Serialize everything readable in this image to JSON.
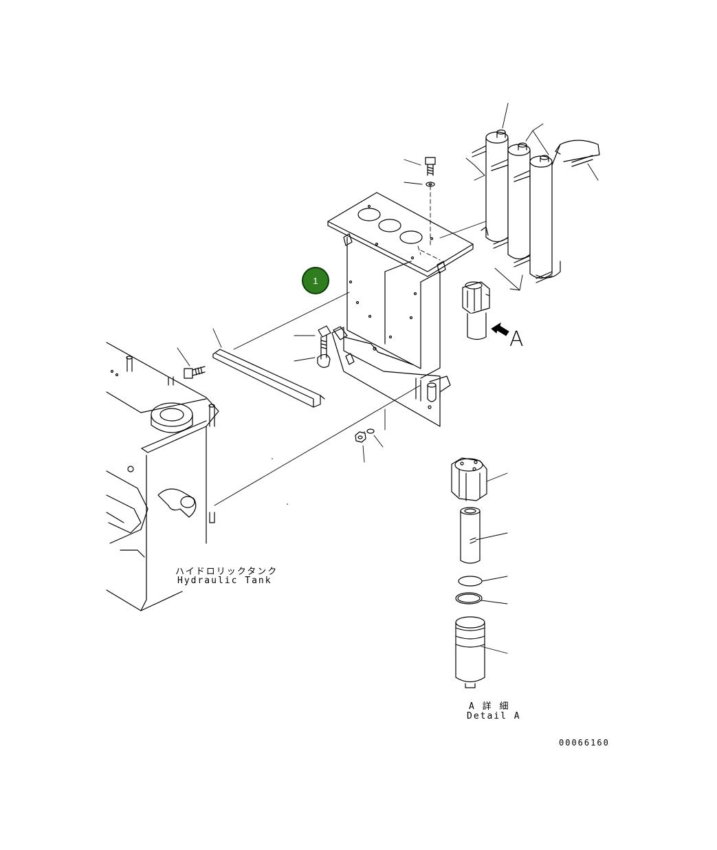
{
  "callout": {
    "number": "1",
    "color": "#2f7d1f"
  },
  "labels": {
    "tank_jp": "ハイドロリックタンク",
    "tank_en": "Hydraulic Tank",
    "view_arrow_letter": "A",
    "detail_jp": "A 詳 細",
    "detail_en": "Detail A",
    "drawing_number": "00066160"
  }
}
